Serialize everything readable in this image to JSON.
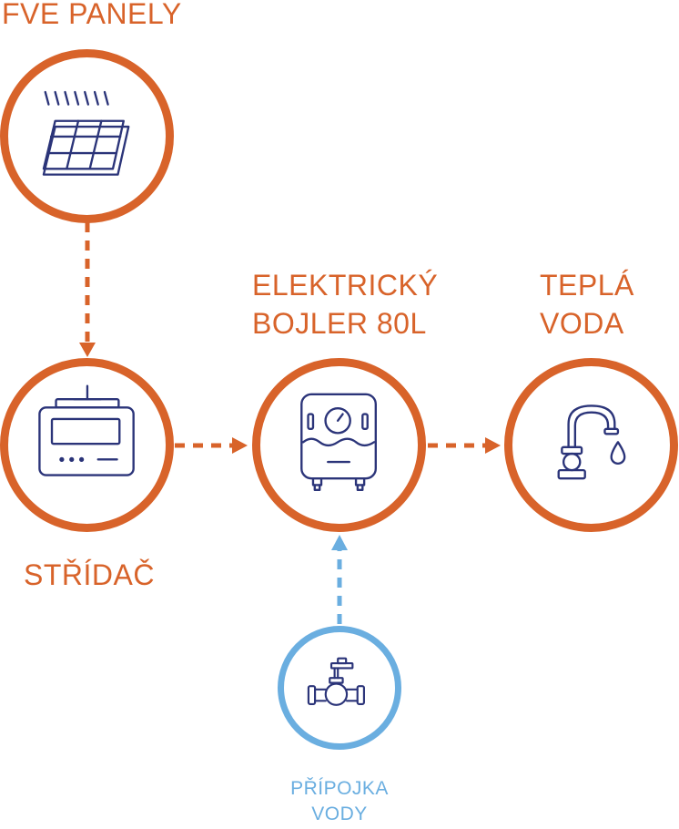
{
  "colors": {
    "accent": "#d8632a",
    "water": "#6aaee0",
    "icon": "#2b3479"
  },
  "nodes": {
    "fve": {
      "label": "FVE PANELY",
      "icon": "solar-panel-icon"
    },
    "inverter": {
      "label": "STŘÍDAČ",
      "icon": "inverter-icon"
    },
    "boiler": {
      "label_line1": "ELEKTRICKÝ",
      "label_line2": "BOJLER 80L",
      "icon": "water-heater-icon"
    },
    "hot_water": {
      "label_line1": "TEPLÁ",
      "label_line2": "VODA",
      "icon": "faucet-icon"
    },
    "water_supply": {
      "label_line1": "PŘÍPOJKA",
      "label_line2": "VODY",
      "icon": "water-valve-icon"
    }
  },
  "edges": [
    {
      "from": "fve",
      "to": "inverter",
      "style": "dashed",
      "color": "accent"
    },
    {
      "from": "inverter",
      "to": "boiler",
      "style": "dashed",
      "color": "accent"
    },
    {
      "from": "boiler",
      "to": "hot_water",
      "style": "dashed",
      "color": "accent"
    },
    {
      "from": "water_supply",
      "to": "boiler",
      "style": "dashed",
      "color": "water"
    }
  ]
}
